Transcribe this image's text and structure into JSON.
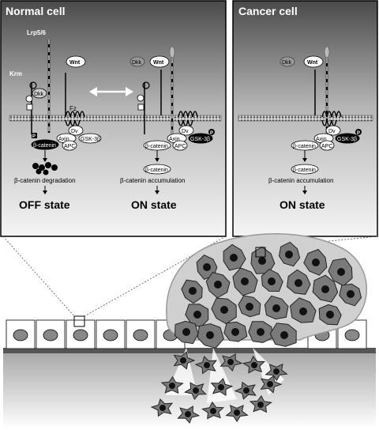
{
  "panels": {
    "normal": {
      "title": "Normal cell",
      "labels": {
        "lrp": "Lrp5/6",
        "krm": "Krm",
        "dkk_left": "Dkk",
        "dkk_right": "Dkk",
        "wnt_right": "Wnt",
        "wnt_left": "Wnt",
        "fz": "Fz",
        "p_left": "P",
        "bcat_left": "β-catenin",
        "dv_left": "Dv",
        "axin_left": "Axin",
        "apc_left": "APC",
        "gsk_left": "GSK-3β",
        "degradation": "β-catenin degradation",
        "off_state": "OFF state",
        "dv_right": "Dv",
        "axin_right": "Axin",
        "apc_right": "APC",
        "gsk_right": "GSK-3β",
        "p_right": "P",
        "bcat_right1": "β-catenin",
        "bcat_right2": "β-catenin",
        "accumulation": "β-catenin accumulation",
        "on_state": "ON state"
      }
    },
    "cancer": {
      "title": "Cancer cell",
      "labels": {
        "dkk": "Dkk",
        "wnt": "Wnt",
        "dv": "Dv",
        "axin": "Axin",
        "apc": "APC",
        "gsk": "GSK-3β",
        "p": "P",
        "bcat1": "β-catenin",
        "bcat2": "β-catenin",
        "accumulation": "β-catenin accumulation",
        "on_state": "ON state"
      }
    }
  },
  "colors": {
    "panel_top": "#505050",
    "panel_bottom": "#f2f2f2",
    "tumor_cell": "#7a7a7a",
    "nucleus": "#111111",
    "normal_nucleus": "#888888",
    "basement": "#5a5a5a"
  }
}
